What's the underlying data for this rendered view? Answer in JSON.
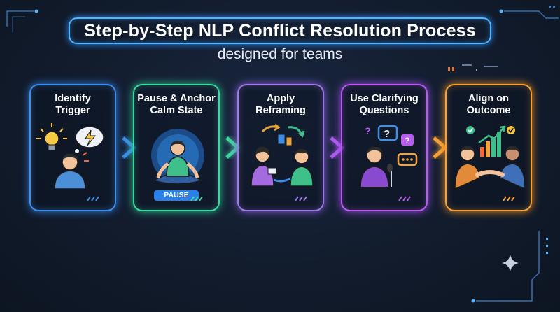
{
  "header": {
    "title": "Step-by-Step NLP Conflict Resolution Process",
    "subtitle": "designed for teams"
  },
  "steps": [
    {
      "title": "Identify\nTrigger",
      "color": "#3f8ee8",
      "illustration": "lightbulb-and-frustrated-person"
    },
    {
      "title": "Pause & Anchor\nCalm State",
      "color": "#3dd9a0",
      "illustration": "meditating-person",
      "badge": "PAUSE"
    },
    {
      "title": "Apply\nReframing",
      "color": "#a07ae8",
      "illustration": "two-people-reframing"
    },
    {
      "title": "Use Clarifying\nQuestions",
      "color": "#b85cf0",
      "illustration": "speaker-with-question-bubbles"
    },
    {
      "title": "Align on\nOutcome",
      "color": "#f5a23a",
      "illustration": "handshake-with-growth-chart"
    }
  ],
  "colors": {
    "background": "#121c2d",
    "title_border": "#4fb6ff",
    "chevron_1": "#3f8ee8",
    "chevron_2": "#3dd9a0",
    "chevron_3": "#b05cf0",
    "chevron_4": "#f5a23a"
  }
}
